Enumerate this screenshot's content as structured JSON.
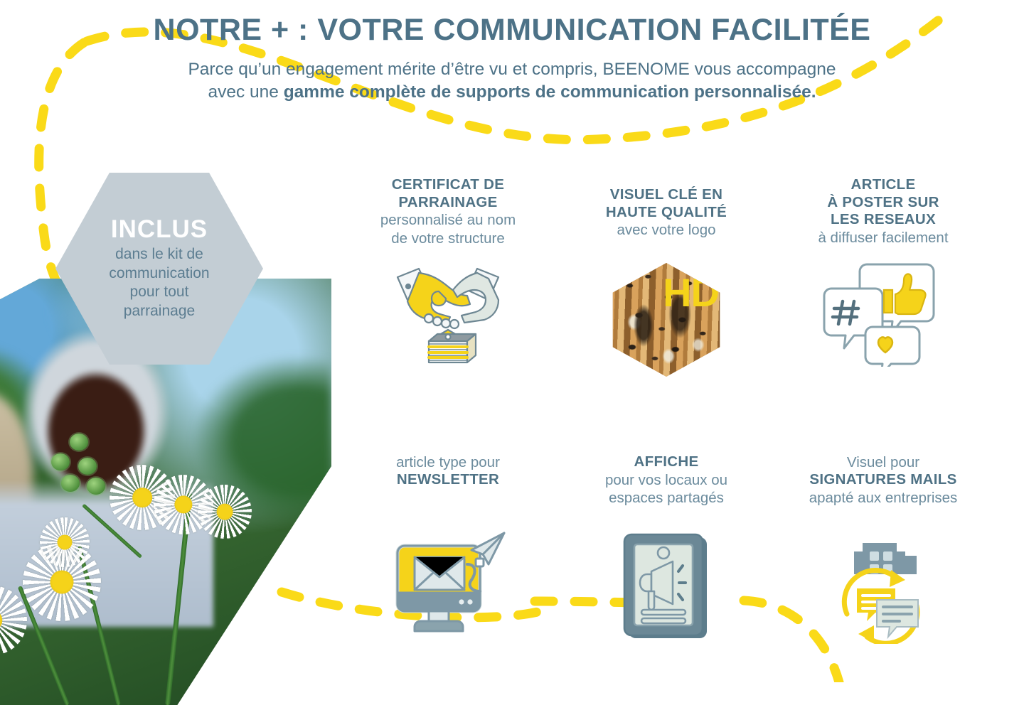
{
  "header": {
    "title": "NOTRE + : VOTRE COMMUNICATION FACILITÉE",
    "subtitle_line1": "Parce qu’un engagement mérite d’être vu et compris, BEENOME vous accompagne",
    "subtitle_line2_prefix": "avec une ",
    "subtitle_line2_strong": "gamme complète de supports de communication personnalisée."
  },
  "badge": {
    "title": "INCLUS",
    "line1": "dans le kit de",
    "line2": "communication",
    "line3": "pour tout",
    "line4": "parrainage"
  },
  "items": [
    {
      "id": "certificat-de-parrainage",
      "bold_line1": "CERTIFICAT DE",
      "bold_line2": "PARRAINAGE",
      "reg_line1": "personnalisé au nom",
      "reg_line2": "de votre structure",
      "icon": "handshake-beehive-icon"
    },
    {
      "id": "visuel-cle-haute-qualite",
      "bold_line1": "VISUEL CLÉ EN",
      "bold_line2": "HAUTE QUALITÉ",
      "reg_line1": "avec votre logo",
      "reg_line2": "",
      "icon": "hd-photo-hexagon",
      "overlay_label": "HD"
    },
    {
      "id": "article-a-poster-sur-les-reseaux",
      "bold_line1": "ARTICLE",
      "bold_line2": "À POSTER SUR",
      "bold_line3": "LES RESEAUX",
      "reg_line1": "à diffuser facilement",
      "reg_line2": "",
      "icon": "social-speech-bubbles-icon"
    },
    {
      "id": "article-type-newsletter",
      "reg_line_top": "article type pour",
      "bold_line1": "NEWSLETTER",
      "icon": "monitor-email-send-icon"
    },
    {
      "id": "affiche",
      "bold_line1": "AFFICHE",
      "reg_line1": "pour vos locaux ou",
      "reg_line2": "espaces partagés",
      "icon": "poster-megaphone-icon"
    },
    {
      "id": "signatures-mails",
      "reg_line_top": "Visuel pour",
      "bold_line1": "SIGNATURES MAILS",
      "reg_line1": "apapté aux entreprises",
      "icon": "building-chat-refresh-icon"
    }
  ],
  "colors": {
    "slate_blue": "#4d7287",
    "soft_blue": "#6b8b9d",
    "yellow": "#fada18",
    "badge_grey": "#c3cdd4",
    "icon_grey": "#7e98a6",
    "icon_pale": "#d5e0db"
  },
  "decor": {
    "dashed_path_top_left": "dashed-curve-top-left",
    "dashed_path_bottom": "dashed-curve-bottom"
  }
}
